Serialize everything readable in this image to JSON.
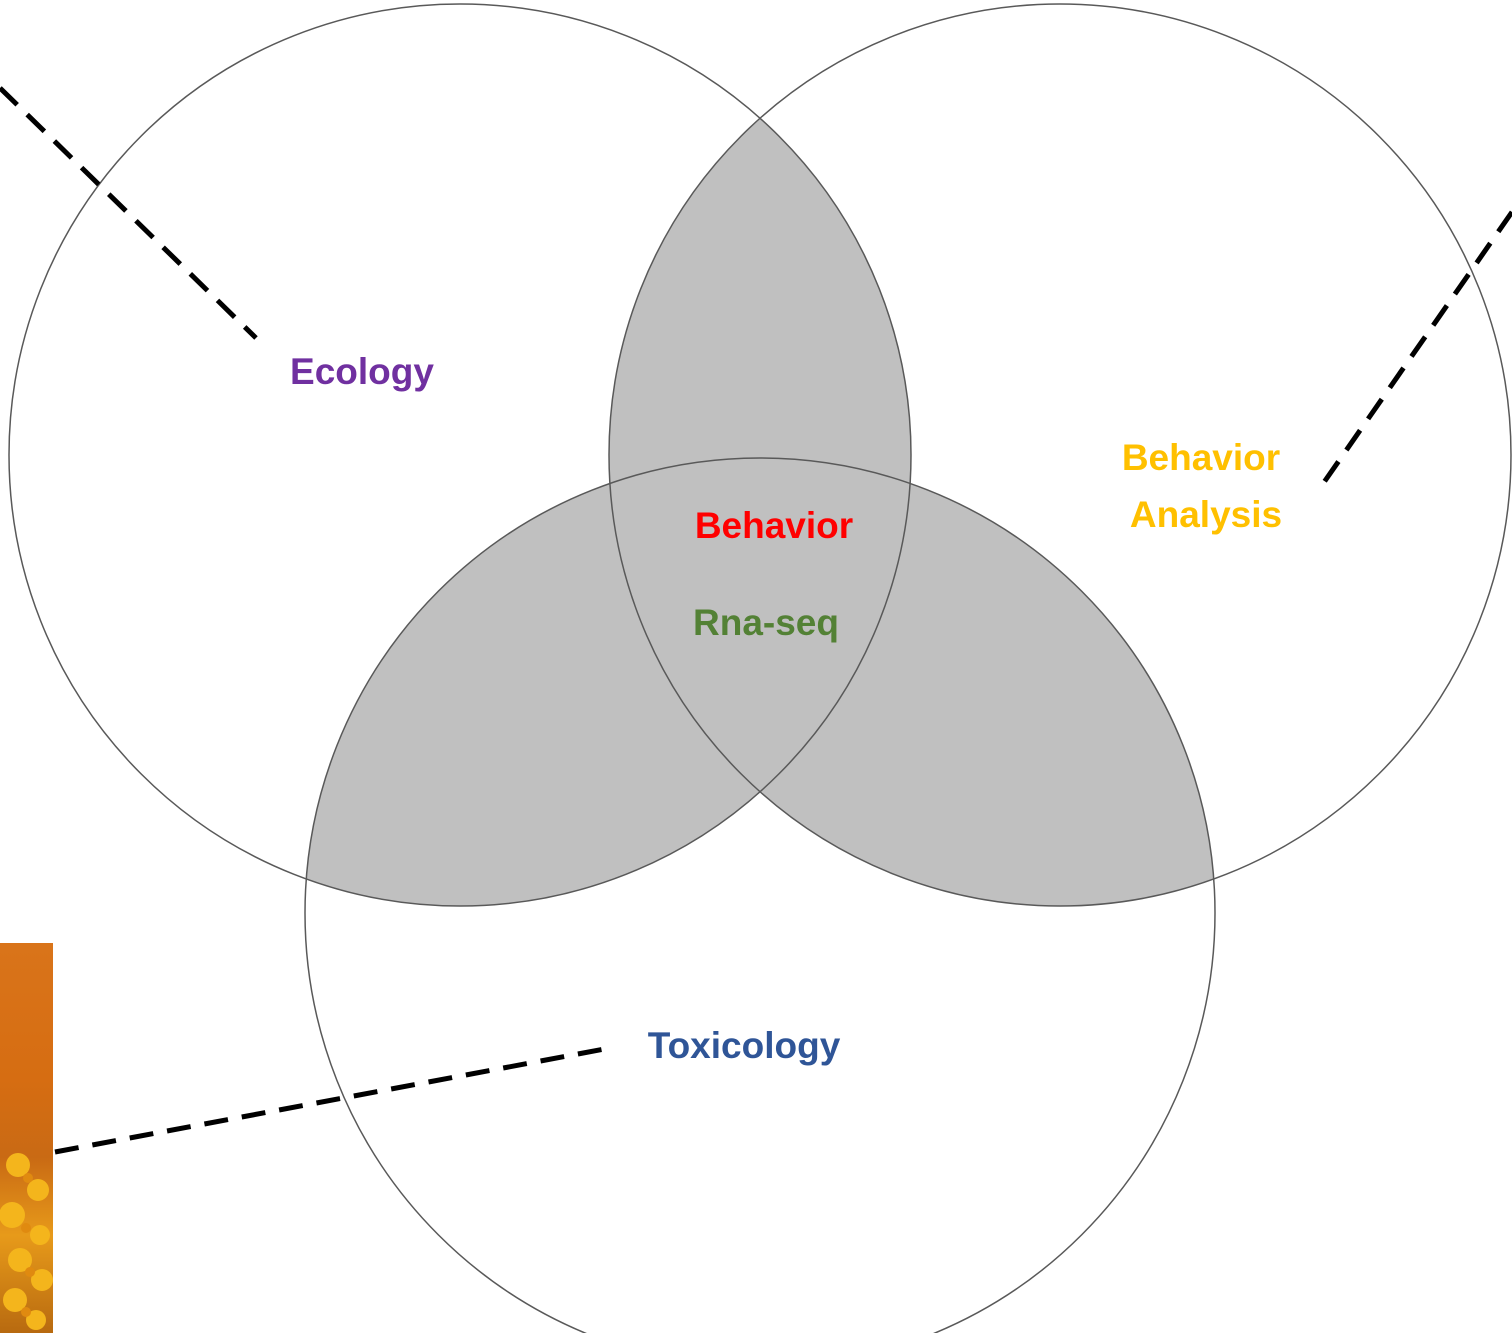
{
  "diagram": {
    "sets": [
      {
        "id": "ecology",
        "label": "Ecology",
        "color": "#7030a0"
      },
      {
        "id": "behavior-analysis",
        "label_lines": [
          "Behavior",
          "Analysis"
        ],
        "color": "#ffc000"
      },
      {
        "id": "toxicology",
        "label": "Toxicology",
        "color": "#2f5597"
      }
    ],
    "center_labels": [
      {
        "id": "behavior",
        "label": "Behavior",
        "color": "#ff0000"
      },
      {
        "id": "rna-seq",
        "label": "Rna-seq",
        "color": "#538135"
      }
    ],
    "overlap_fill": "#c0c0c0",
    "circle_stroke": "#595959",
    "connector_color": "#000000"
  }
}
